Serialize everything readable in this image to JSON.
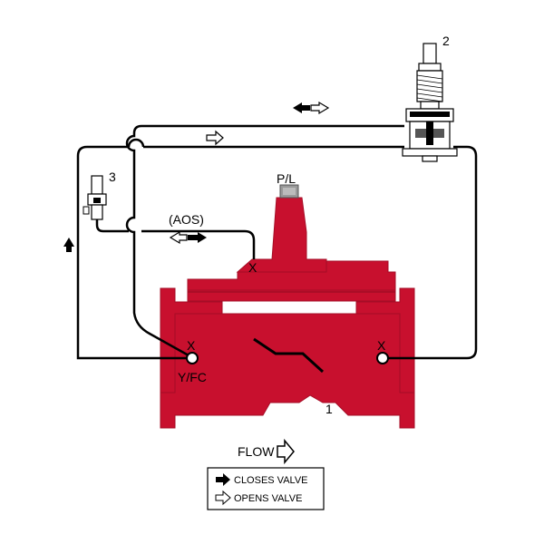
{
  "components": {
    "main_valve": "1",
    "pilot_valve": "2",
    "needle_valve": "3"
  },
  "labels": {
    "pressure_port": "P/L",
    "aos": "(AOS)",
    "yfc": "Y/FC",
    "port_marker": "X",
    "flow": "FLOW"
  },
  "legend": {
    "closes": "CLOSES VALVE",
    "opens": "OPENS VALVE"
  },
  "colors": {
    "valve_body": "#c8102e",
    "pipe": "#000000"
  }
}
